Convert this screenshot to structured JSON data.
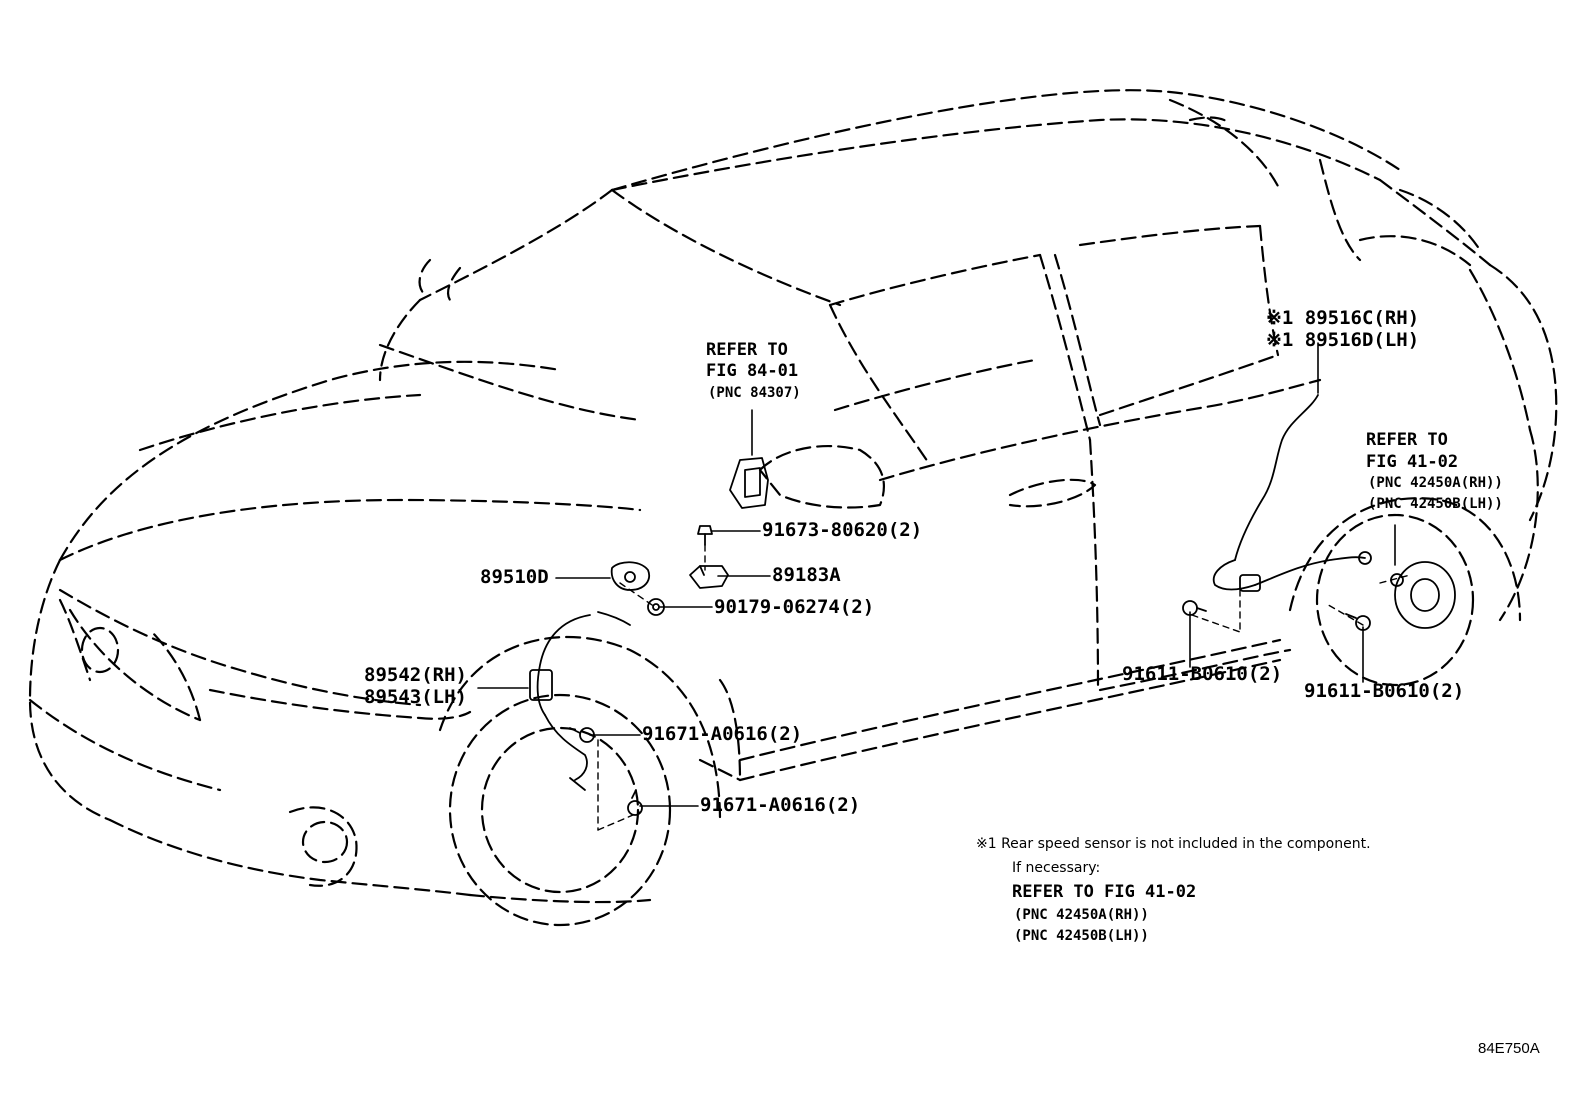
{
  "parts": {
    "p89516c": "※1 89516C(RH)",
    "p89516d": "※1 89516D(LH)",
    "p89510d": "89510D",
    "p89183a": "89183A",
    "p91673": "91673-80620(2)",
    "p90179": "90179-06274(2)",
    "p89542": "89542(RH)",
    "p89543": "89543(LH)",
    "p91671_a": "91671-A0616(2)",
    "p91671_b": "91671-A0616(2)",
    "p91611_a": "91611-B0610(2)",
    "p91611_b": "91611-B0610(2)"
  },
  "refs": {
    "steering": {
      "line1": "REFER TO",
      "line2": "FIG 84-01",
      "line3": "(PNC 84307)"
    },
    "rear_hub": {
      "line1": "REFER TO",
      "line2": "FIG 41-02",
      "line3": "(PNC 42450A(RH))",
      "line4": "(PNC 42450B(LH))"
    }
  },
  "footnote": {
    "line1": "※1 Rear speed sensor is not included in the component.",
    "line2": "If necessary:",
    "line3": "REFER TO FIG 41-02",
    "line4": "(PNC 42450A(RH))",
    "line5": "(PNC 42450B(LH))"
  },
  "illustration_code": "84E750A",
  "colors": {
    "ink": "#000000",
    "paper": "#ffffff"
  }
}
